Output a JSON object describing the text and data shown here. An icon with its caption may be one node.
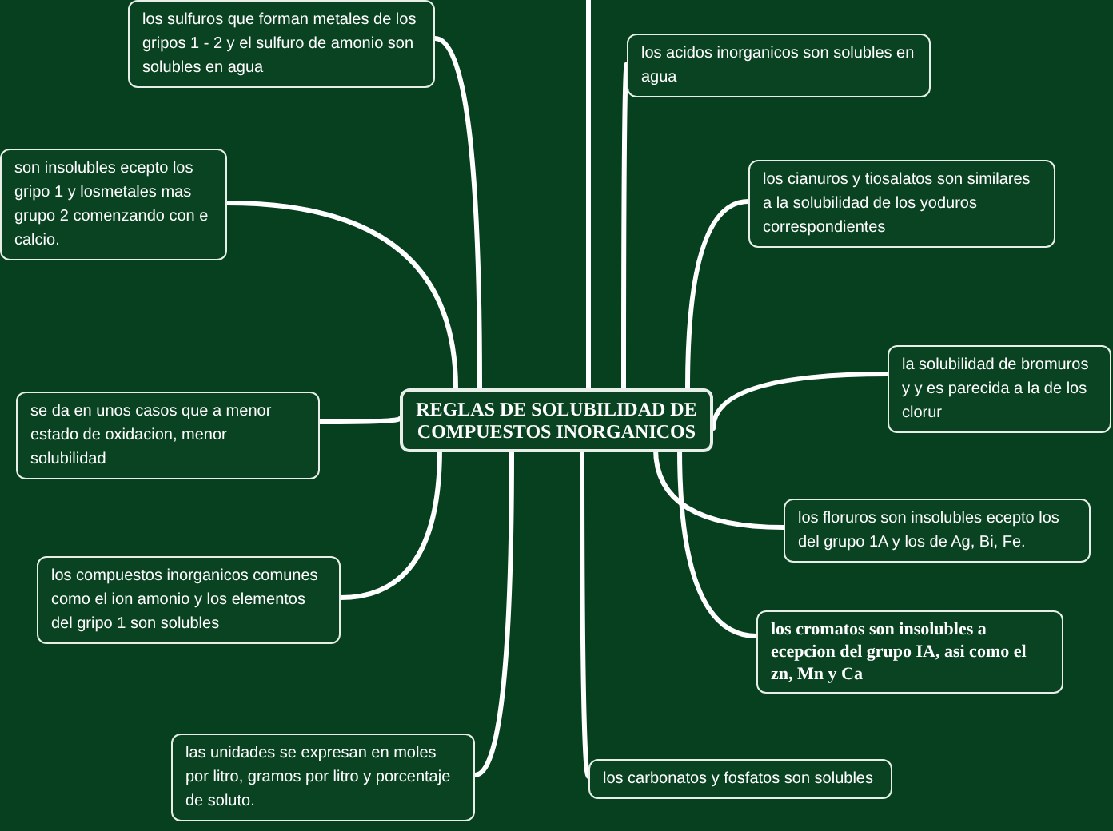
{
  "diagram": {
    "nodes": [
      {
        "text": [
          "REGLAS DE SOLUBILIDAD DE COMPUESTOS INORGANICOS"
        ]
      },
      {
        "text": [
          "los sulfuros que forman metales de los gripos 1 - 2 y el sulfuro de amonio son solubles en agua"
        ]
      },
      {
        "text": [
          "son insolubles ecepto los gripo 1 y losmetales mas grupo 2 comenzando con e calcio."
        ]
      },
      {
        "text": [
          "se da en unos casos que a menor estado de oxidacion, menor solubilidad"
        ]
      },
      {
        "text": [
          "los compuestos inorganicos comunes como el ion amonio y los elementos del gripo 1 son solubles"
        ]
      },
      {
        "text": [
          "las unidades se expresan en moles por litro, gramos por litro y porcentaje de soluto."
        ]
      },
      {
        "text": [
          "los carbonatos y fosfatos son solubles"
        ]
      },
      {
        "text": [
          "los cromatos son insolubles a ecepcion del grupo IA, asi como el zn, Mn y Ca"
        ]
      },
      {
        "text": [
          "los floruros son insolubles ecepto los del grupo 1A  y los de Ag, Bi, Fe."
        ]
      },
      {
        "text": [
          "la solubilidad de bromuros y y es parecida a la de los clorur"
        ]
      },
      {
        "text": [
          "los cianuros y tiosalatos son similares a la solubilidad de los yoduros correspondientes"
        ]
      },
      {
        "text": [
          "los acidos inorganicos son solubles en agua"
        ]
      }
    ],
    "edges": [
      {
        "from": 0,
        "to": null,
        "arrow": "none"
      },
      {
        "from": 0,
        "to": 1,
        "arrow": "none"
      },
      {
        "from": 0,
        "to": 2,
        "arrow": "none"
      },
      {
        "from": 0,
        "to": 3,
        "arrow": "none"
      },
      {
        "from": 0,
        "to": 4,
        "arrow": "none"
      },
      {
        "from": 0,
        "to": 5,
        "arrow": "none"
      },
      {
        "from": 0,
        "to": 6,
        "arrow": "none"
      },
      {
        "from": 0,
        "to": 7,
        "arrow": "none"
      },
      {
        "from": 0,
        "to": 8,
        "arrow": "none"
      },
      {
        "from": 0,
        "to": 9,
        "arrow": "none"
      },
      {
        "from": 0,
        "to": 10,
        "arrow": "none"
      },
      {
        "from": 0,
        "to": 11,
        "arrow": "none"
      }
    ]
  }
}
